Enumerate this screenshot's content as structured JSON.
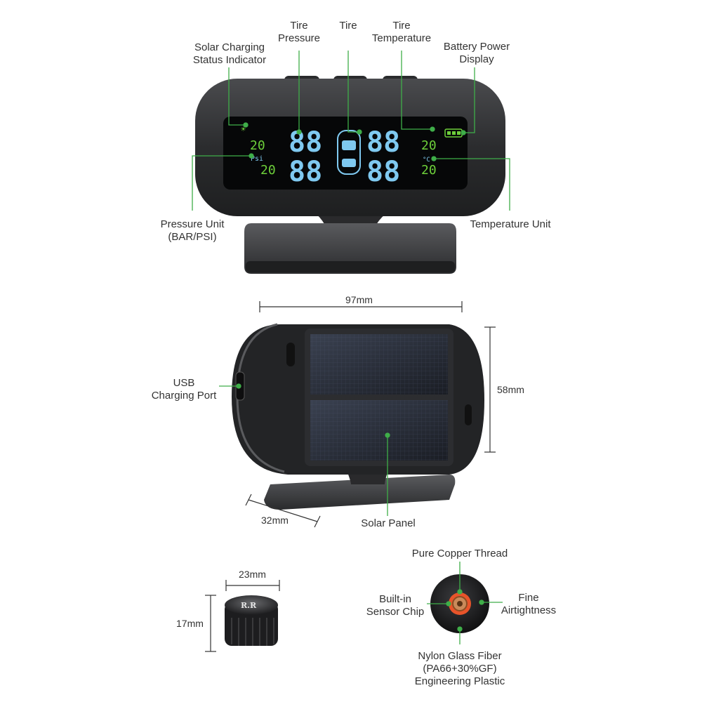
{
  "labels": {
    "solar_status": [
      "Solar Charging",
      "Status Indicator"
    ],
    "tire_pressure": [
      "Tire",
      "Pressure"
    ],
    "tire": [
      "Tire"
    ],
    "tire_temperature": [
      "Tire",
      "Temperature"
    ],
    "battery": [
      "Battery Power",
      "Display"
    ],
    "pressure_unit": [
      "Pressure Unit",
      "(BAR/PSI)"
    ],
    "temperature_unit": [
      "Temperature Unit"
    ],
    "usb_port": [
      "USB",
      "Charging Port"
    ],
    "solar_panel": [
      "Solar Panel"
    ],
    "copper_thread": [
      "Pure Copper Thread"
    ],
    "sensor_chip": [
      "Built-in",
      "Sensor Chip"
    ],
    "airtightness": [
      "Fine",
      "Airtightness"
    ],
    "nylon": [
      "Nylon Glass Fiber",
      "(PA66+30%GF)",
      "Engineering Plastic"
    ]
  },
  "dimensions": {
    "width": "97mm",
    "height": "58mm",
    "depth": "32mm",
    "sensor_width": "23mm",
    "sensor_height": "17mm"
  },
  "display": {
    "big_digits": "88",
    "small_reading": "20",
    "pressure_unit": "Psi",
    "temp_unit": "°C"
  },
  "sensor_cap_text": "R.R",
  "colors": {
    "accent_green": "#3fae49",
    "lcd_blue": "#7fc9f0",
    "lcd_green": "#6dcf3a",
    "body_dark": "#2a2a2c",
    "screen_black": "#050607"
  }
}
